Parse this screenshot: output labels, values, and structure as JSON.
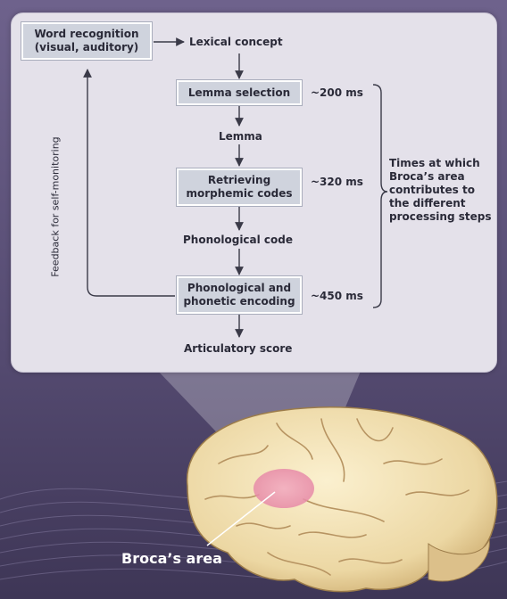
{
  "diagram": {
    "boxes": {
      "word_recognition": "Word recognition\n(visual, auditory)",
      "lemma_selection": "Lemma selection",
      "retrieving": "Retrieving\nmorphemic codes",
      "phonological_encoding": "Phonological and\nphonetic encoding"
    },
    "labels": {
      "lexical_concept": "Lexical concept",
      "lemma": "Lemma",
      "phonological_code": "Phonological code",
      "articulatory_score": "Articulatory score"
    },
    "times": {
      "t1": "~200 ms",
      "t2": "~320 ms",
      "t3": "~450 ms"
    },
    "brace_note": "Times at which\nBroca’s area\ncontributes to\nthe different\nprocessing steps",
    "feedback_label": "Feedback for self-monitoring",
    "brain_label": "Broca’s area"
  }
}
